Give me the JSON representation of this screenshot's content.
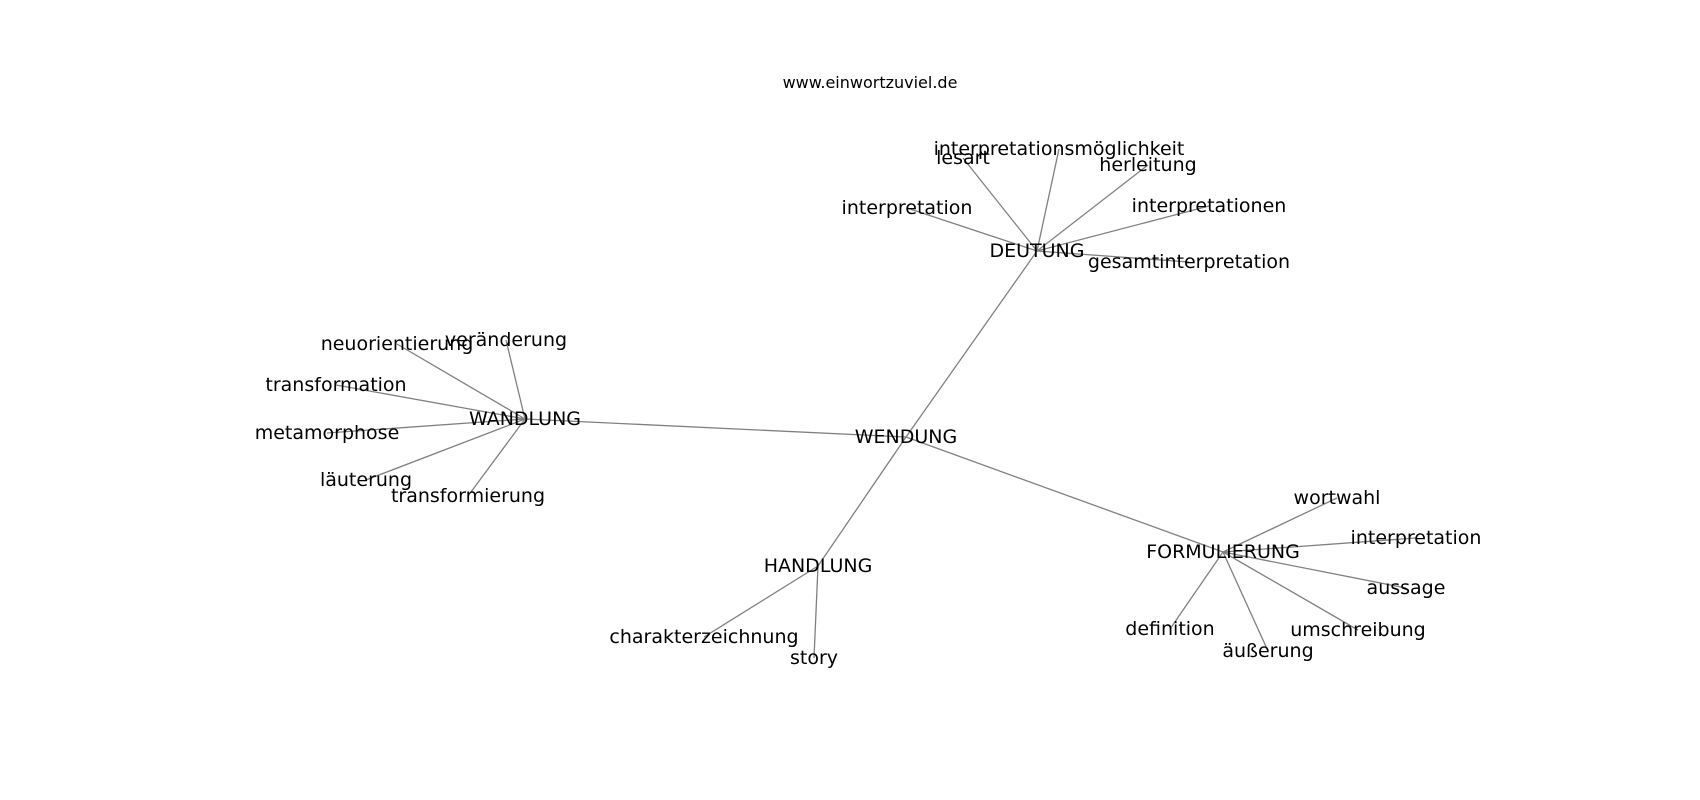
{
  "source": "www.einwortzuviel.de",
  "graph": {
    "root": "WENDUNG",
    "nodes": [
      {
        "id": "WENDUNG",
        "label": "WENDUNG"
      },
      {
        "id": "DEUTUNG",
        "label": "DEUTUNG"
      },
      {
        "id": "WANDLUNG",
        "label": "WANDLUNG"
      },
      {
        "id": "HANDLUNG",
        "label": "HANDLUNG"
      },
      {
        "id": "FORMULIERUNG",
        "label": "FORMULIERUNG"
      },
      {
        "id": "interpretationsmoeglichkeit",
        "label": "interpretationsmöglichkeit"
      },
      {
        "id": "lesart",
        "label": "lesart"
      },
      {
        "id": "herleitung",
        "label": "herleitung"
      },
      {
        "id": "interpretation_d",
        "label": "interpretation"
      },
      {
        "id": "interpretationen",
        "label": "interpretationen"
      },
      {
        "id": "gesamtinterpretation",
        "label": "gesamtinterpretation"
      },
      {
        "id": "neuorientierung",
        "label": "neuorientierung"
      },
      {
        "id": "veraenderung",
        "label": "veränderung"
      },
      {
        "id": "transformation",
        "label": "transformation"
      },
      {
        "id": "metamorphose",
        "label": "metamorphose"
      },
      {
        "id": "laeuterung",
        "label": "läuterung"
      },
      {
        "id": "transformierung",
        "label": "transformierung"
      },
      {
        "id": "charakterzeichnung",
        "label": "charakterzeichnung"
      },
      {
        "id": "story",
        "label": "story"
      },
      {
        "id": "wortwahl",
        "label": "wortwahl"
      },
      {
        "id": "interpretation_f",
        "label": "interpretation"
      },
      {
        "id": "aussage",
        "label": "aussage"
      },
      {
        "id": "definition",
        "label": "definition"
      },
      {
        "id": "umschreibung",
        "label": "umschreibung"
      },
      {
        "id": "aeusserung",
        "label": "äußerung"
      }
    ],
    "edges": [
      [
        "WENDUNG",
        "DEUTUNG"
      ],
      [
        "WENDUNG",
        "WANDLUNG"
      ],
      [
        "WENDUNG",
        "HANDLUNG"
      ],
      [
        "WENDUNG",
        "FORMULIERUNG"
      ],
      [
        "DEUTUNG",
        "interpretationsmoeglichkeit"
      ],
      [
        "DEUTUNG",
        "lesart"
      ],
      [
        "DEUTUNG",
        "herleitung"
      ],
      [
        "DEUTUNG",
        "interpretation_d"
      ],
      [
        "DEUTUNG",
        "interpretationen"
      ],
      [
        "DEUTUNG",
        "gesamtinterpretation"
      ],
      [
        "WANDLUNG",
        "neuorientierung"
      ],
      [
        "WANDLUNG",
        "veraenderung"
      ],
      [
        "WANDLUNG",
        "transformation"
      ],
      [
        "WANDLUNG",
        "metamorphose"
      ],
      [
        "WANDLUNG",
        "laeuterung"
      ],
      [
        "WANDLUNG",
        "transformierung"
      ],
      [
        "HANDLUNG",
        "charakterzeichnung"
      ],
      [
        "HANDLUNG",
        "story"
      ],
      [
        "FORMULIERUNG",
        "wortwahl"
      ],
      [
        "FORMULIERUNG",
        "interpretation_f"
      ],
      [
        "FORMULIERUNG",
        "aussage"
      ],
      [
        "FORMULIERUNG",
        "definition"
      ],
      [
        "FORMULIERUNG",
        "umschreibung"
      ],
      [
        "FORMULIERUNG",
        "aeusserung"
      ]
    ]
  }
}
